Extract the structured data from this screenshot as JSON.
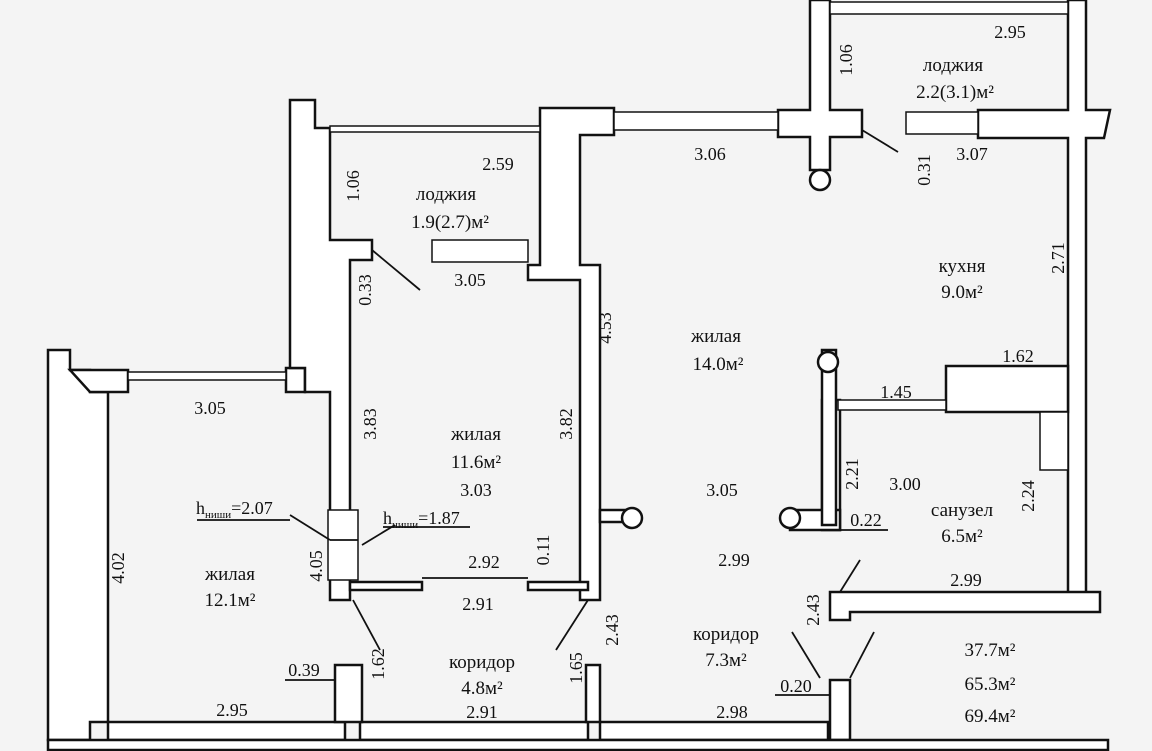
{
  "rooms": {
    "loggia_right": {
      "name": "лоджия",
      "area": "2.2(3.1)м²"
    },
    "loggia_left": {
      "name": "лоджия",
      "area": "1.9(2.7)м²"
    },
    "kitchen": {
      "name": "кухня",
      "area": "9.0м²"
    },
    "living_center": {
      "name": "жилая",
      "area": "14.0м²"
    },
    "living_middle": {
      "name": "жилая",
      "area": "11.6м²",
      "extra": "3.03"
    },
    "living_left": {
      "name": "жилая",
      "area": "12.1м²"
    },
    "bathroom": {
      "name": "санузел",
      "area": "6.5м²"
    },
    "corridor_right": {
      "name": "коридор",
      "area": "7.3м²"
    },
    "corridor_left": {
      "name": "коридор",
      "area": "4.8м²"
    }
  },
  "niches": {
    "left": {
      "prefix": "h",
      "sub": "ниши",
      "value": "=2.07"
    },
    "right": {
      "prefix": "h",
      "sub": "ниши",
      "value": "=1.87"
    }
  },
  "dimensions": {
    "d_2_95_top": "2.95",
    "d_1_06_right": "1.06",
    "d_2_59": "2.59",
    "d_1_06_left": "1.06",
    "d_3_06": "3.06",
    "d_0_31": "0.31",
    "d_3_07": "3.07",
    "d_3_05_loggia": "3.05",
    "d_0_33": "0.33",
    "d_4_53": "4.53",
    "d_2_71": "2.71",
    "d_1_62_kitchen": "1.62",
    "d_1_45": "1.45",
    "d_3_05_left": "3.05",
    "d_3_83": "3.83",
    "d_3_82": "3.82",
    "d_2_21": "2.21",
    "d_3_00": "3.00",
    "d_2_24": "2.24",
    "d_4_02": "4.02",
    "d_3_05_center": "3.05",
    "d_0_22": "0.22",
    "d_4_05": "4.05",
    "d_2_92": "2.92",
    "d_0_11": "0.11",
    "d_2_99_center": "2.99",
    "d_2_99_bath": "2.99",
    "d_2_91_upper": "2.91",
    "d_2_43_right": "2.43",
    "d_2_43_center": "2.43",
    "d_1_62_left": "1.62",
    "d_1_65": "1.65",
    "d_0_39": "0.39",
    "d_0_20": "0.20",
    "d_2_95_bottom": "2.95",
    "d_2_91_bottom": "2.91",
    "d_2_98": "2.98"
  },
  "totals": [
    "37.7м²",
    "65.3м²",
    "69.4м²"
  ]
}
